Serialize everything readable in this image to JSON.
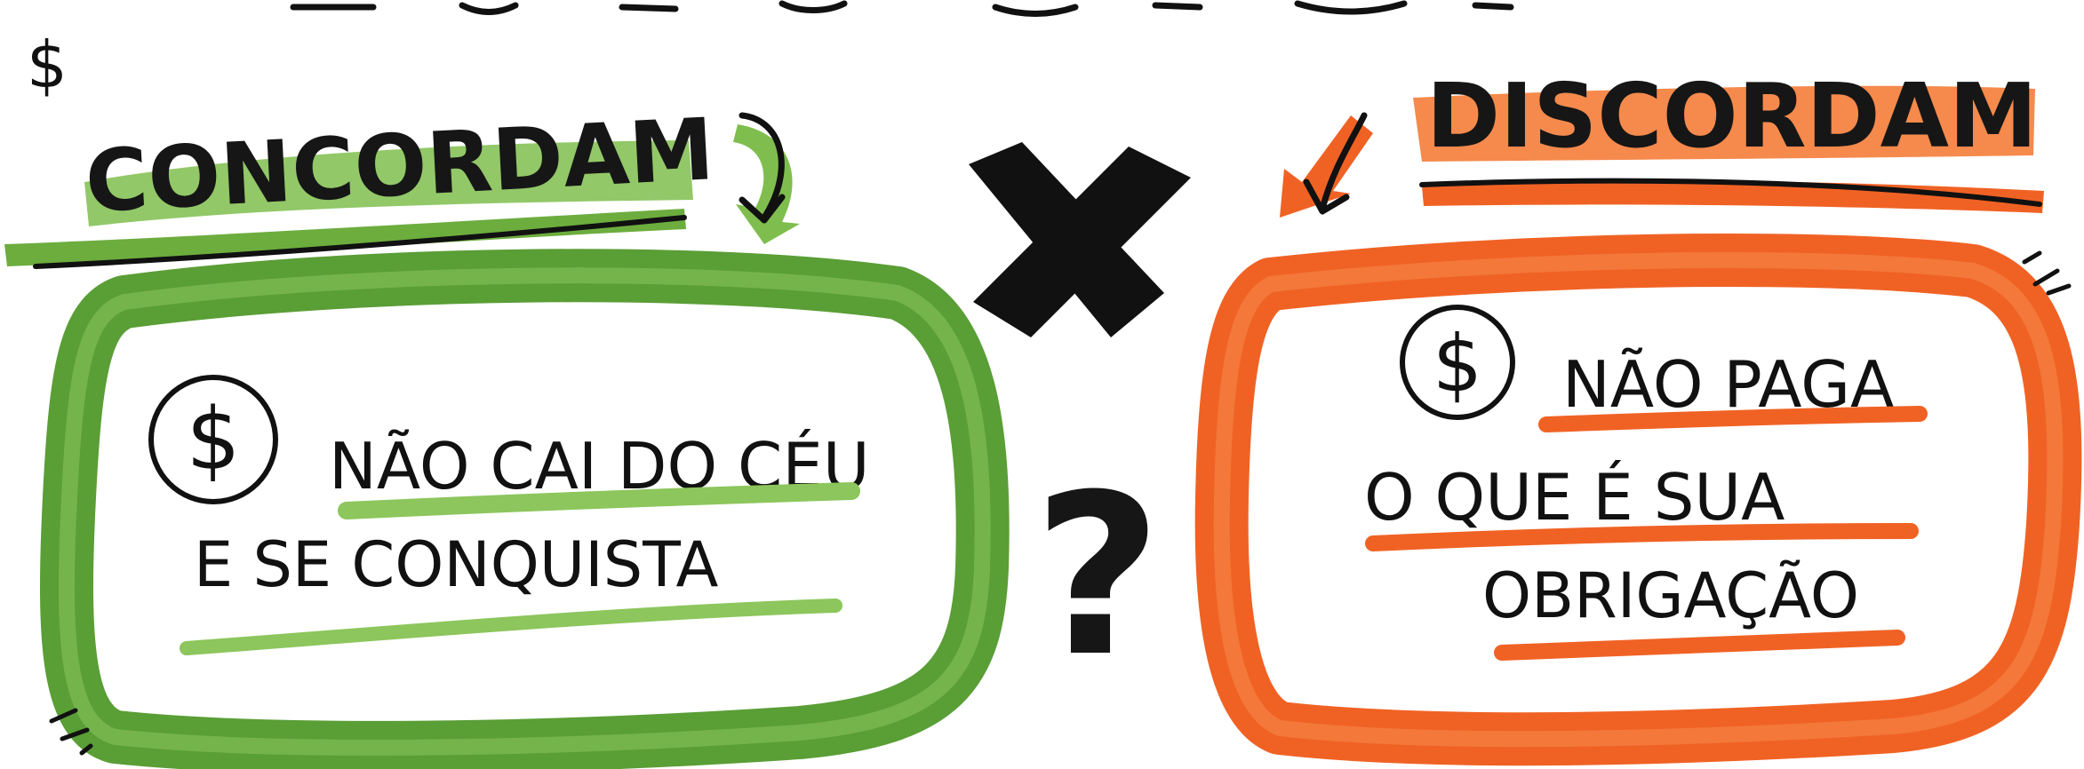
{
  "colors": {
    "agree": "#5a9e36",
    "agree_light": "#7fbe4e",
    "disagree": "#f06224",
    "disagree_light": "#f58a4c",
    "ink": "#111111",
    "background": "#ffffff"
  },
  "top_partial_text": "",
  "dollar_doodle": "$",
  "agree": {
    "heading": "CONCORDAM",
    "icon": "dollar-coin-icon",
    "line1": "NÃO CAI DO CÉU",
    "line2": "E SE CONQUISTA"
  },
  "disagree": {
    "heading": "DISCORDAM",
    "icon": "dollar-coin-icon",
    "line1": "NÃO PAGA",
    "line2": "O QUE É SUA",
    "line3": "OBRIGAÇÃO"
  },
  "versus_icon": "x-mark-icon",
  "question_mark": "?"
}
